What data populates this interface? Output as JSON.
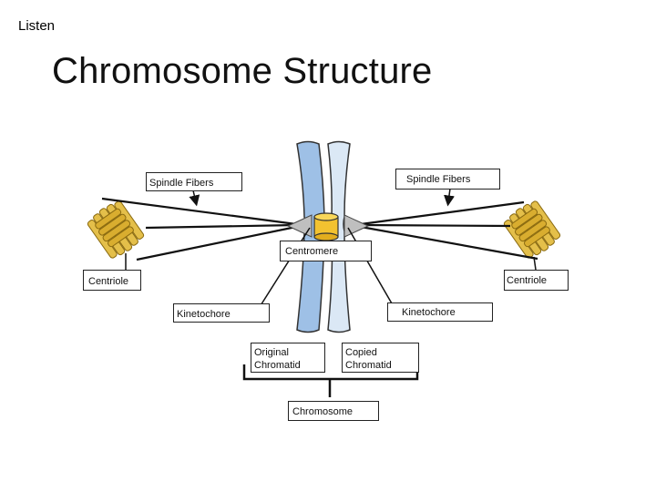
{
  "header": {
    "listen_label": "Listen"
  },
  "slide": {
    "title": "Chromosome Structure"
  },
  "labels": {
    "spindle_fibers_left": "Spindle Fibers",
    "spindle_fibers_right": "Spindle Fibers",
    "centromere": "Centromere",
    "centriole_left": "Centriole",
    "centriole_right": "Centriole",
    "kinetochore_left": "Kinetochore",
    "kinetochore_right": "Kinetochore",
    "original_chromatid": "Original Chromatid",
    "copied_chromatid": "Copied Chromatid",
    "chromosome": "Chromosome"
  },
  "colors": {
    "original_chromatid": "#9ec0e6",
    "copied_chromatid": "#dbe8f5",
    "centromere": "#f2c230",
    "centriole": "#e4bf4a",
    "kinetochore": "#bfbfbf"
  }
}
